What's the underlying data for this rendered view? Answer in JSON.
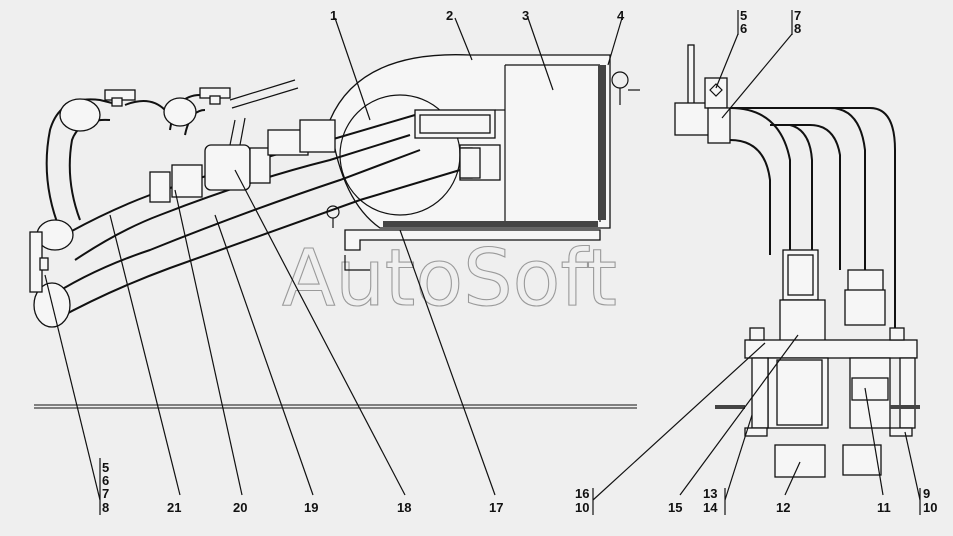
{
  "watermark": "AutoSoft",
  "callouts": [
    {
      "id": "c1",
      "text": "1"
    },
    {
      "id": "c2",
      "text": "2"
    },
    {
      "id": "c3",
      "text": "3"
    },
    {
      "id": "c4",
      "text": "4"
    },
    {
      "id": "c5a",
      "text": "5"
    },
    {
      "id": "c6a",
      "text": "6"
    },
    {
      "id": "c7a",
      "text": "7"
    },
    {
      "id": "c8a",
      "text": "8"
    },
    {
      "id": "c5b",
      "text": "5"
    },
    {
      "id": "c6b",
      "text": "6"
    },
    {
      "id": "c7b",
      "text": "7"
    },
    {
      "id": "c8b",
      "text": "8"
    },
    {
      "id": "c21",
      "text": "21"
    },
    {
      "id": "c20",
      "text": "20"
    },
    {
      "id": "c19",
      "text": "19"
    },
    {
      "id": "c18",
      "text": "18"
    },
    {
      "id": "c17",
      "text": "17"
    },
    {
      "id": "c16",
      "text": "16"
    },
    {
      "id": "c10a",
      "text": "10"
    },
    {
      "id": "c15",
      "text": "15"
    },
    {
      "id": "c13",
      "text": "13"
    },
    {
      "id": "c14",
      "text": "14"
    },
    {
      "id": "c12",
      "text": "12"
    },
    {
      "id": "c11",
      "text": "11"
    },
    {
      "id": "c9",
      "text": "9"
    },
    {
      "id": "c10b",
      "text": "10"
    }
  ]
}
